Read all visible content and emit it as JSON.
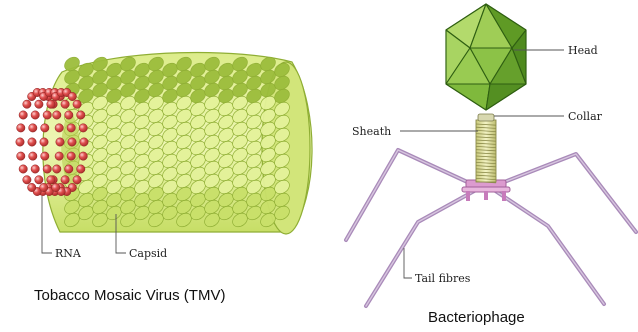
{
  "tmv": {
    "caption": "Tobacco Mosaic Virus (TMV)",
    "labels": {
      "rna": "RNA",
      "capsid": "Capsid"
    }
  },
  "phage": {
    "caption": "Bacteriophage",
    "labels": {
      "head": "Head",
      "collar": "Collar",
      "sheath": "Sheath",
      "tail_fibres": "Tail fibres"
    }
  },
  "colors": {
    "capsid_light": "#e4f29a",
    "capsid_mid": "#c9e06a",
    "capsid_dark": "#9cbd3c",
    "rna_bead": "#e0504f",
    "head_light": "#a6d05a",
    "head_dark": "#4e8a1e",
    "sheath": "#e2e2a0",
    "tail_fibre": "#b694c6",
    "base_plate": "#d996cc"
  }
}
